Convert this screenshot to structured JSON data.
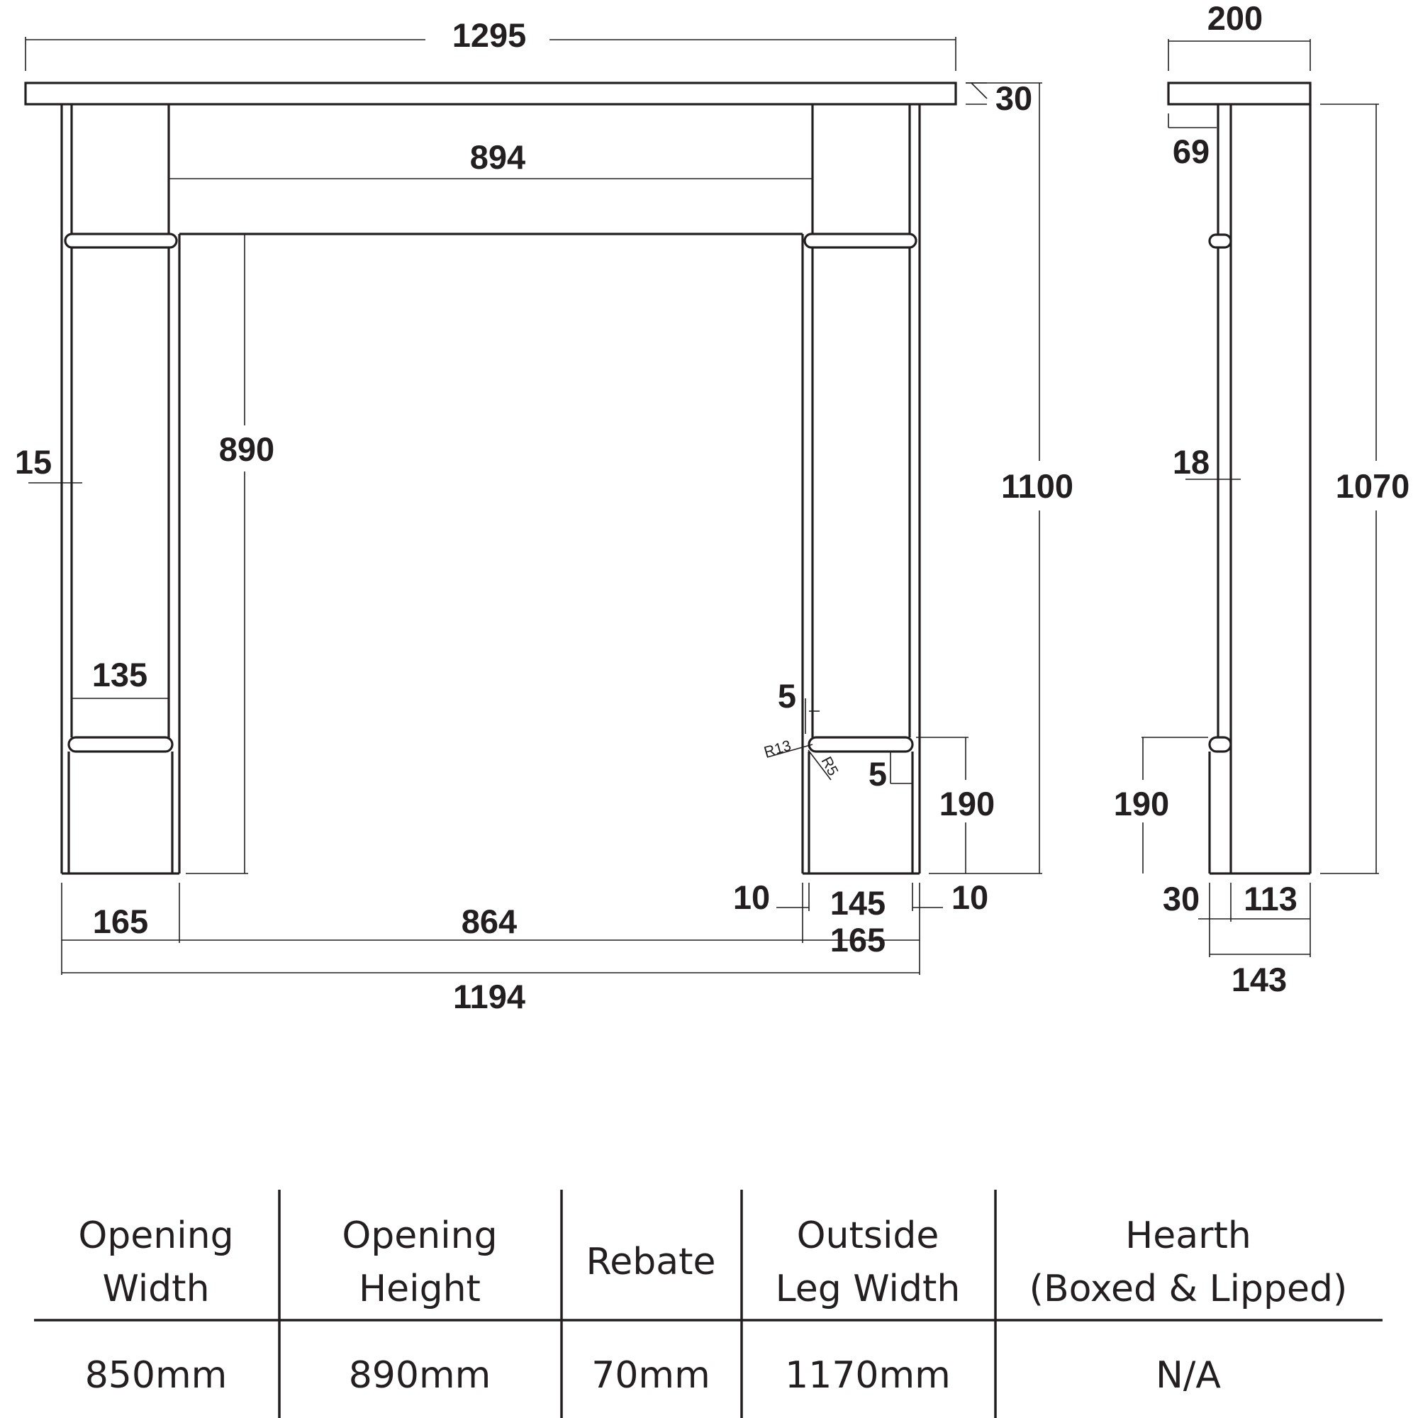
{
  "front_view": {
    "overall_width": "1295",
    "shelf_thickness": "30",
    "frieze_width": "894",
    "pilaster_inset": "15",
    "opening_height": "890",
    "pilaster_face_width": "135",
    "step": "5",
    "bead_radius_large": "R13",
    "bead_radius_small": "R5",
    "plinth_step": "5",
    "plinth_height": "190",
    "overall_height": "1100",
    "leg_width_left": "165",
    "opening_width": "864",
    "leg_margin_left": "10",
    "leg_inner_width": "145",
    "leg_margin_right": "10",
    "leg_width_right": "165",
    "overall_leg_width": "1194"
  },
  "side_view": {
    "shelf_depth": "200",
    "overhang": "69",
    "pilaster_depth": "18",
    "plinth_height": "190",
    "height_below_shelf": "1070",
    "front_plinth_depth": "30",
    "body_depth": "113",
    "total_depth": "143"
  },
  "table": {
    "headers": [
      {
        "line1": "Opening",
        "line2": "Width"
      },
      {
        "line1": "Opening",
        "line2": "Height"
      },
      {
        "line1": "Rebate",
        "line2": ""
      },
      {
        "line1": "Outside",
        "line2": "Leg Width"
      },
      {
        "line1": "Hearth",
        "line2": "(Boxed & Lipped)"
      }
    ],
    "values": [
      "850mm",
      "890mm",
      "70mm",
      "1170mm",
      "N/A"
    ]
  }
}
